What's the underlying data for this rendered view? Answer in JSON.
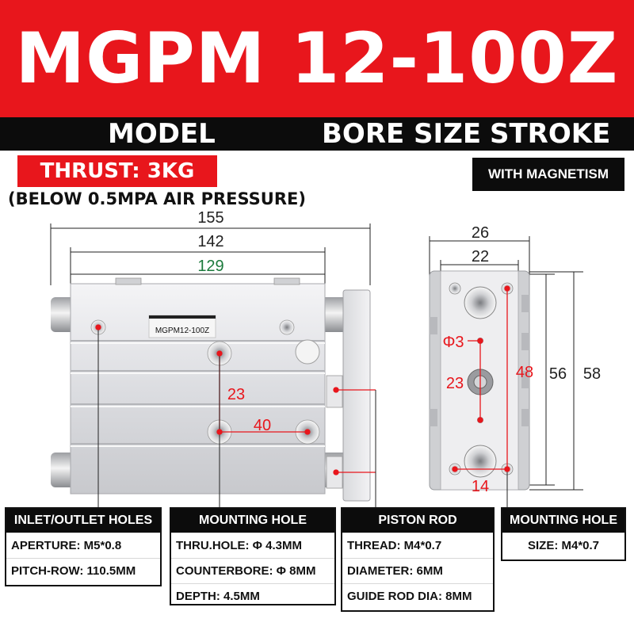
{
  "title": "MGPM 12-100Z",
  "strip": {
    "model": "MODEL",
    "bore": "BORE SIZE",
    "stroke": "STROKE"
  },
  "thrust": "THRUST: 3KG",
  "pressure": "(BELOW 0.5MPA AIR PRESSURE)",
  "magnetism": "WITH MAGNETISM",
  "product_label": "MGPM12-100Z",
  "dims": {
    "overall": "155",
    "body": "142",
    "rail": "129",
    "rod_offset": "23",
    "mount_pitch": "40",
    "side_width": "26",
    "side_inner": "22",
    "hole_dia": "Φ3",
    "center": "23",
    "hole_pitch": "48",
    "height_a": "56",
    "height_b": "58",
    "bottom": "14"
  },
  "inlet": {
    "title": "INLET/OUTLET HOLES",
    "rows": [
      "APERTURE: M5*0.8",
      "PITCH-ROW: 110.5MM"
    ]
  },
  "mounting": {
    "title": "MOUNTING HOLE",
    "rows": [
      "THRU.HOLE: Φ 4.3MM",
      "COUNTERBORE: Φ 8MM",
      "DEPTH: 4.5MM"
    ]
  },
  "piston": {
    "title": "PISTON ROD",
    "rows": [
      "THREAD: M4*0.7",
      "DIAMETER: 6MM",
      "GUIDE ROD DIA: 8MM"
    ]
  },
  "mounting2": {
    "title": "MOUNTING HOLE",
    "rows": [
      "SIZE: M4*0.7"
    ]
  },
  "colors": {
    "banner": "#e8161c",
    "dark": "#0c0c0c",
    "dimension_red": "#e8161c",
    "dimension_green": "#1c7a3c"
  }
}
